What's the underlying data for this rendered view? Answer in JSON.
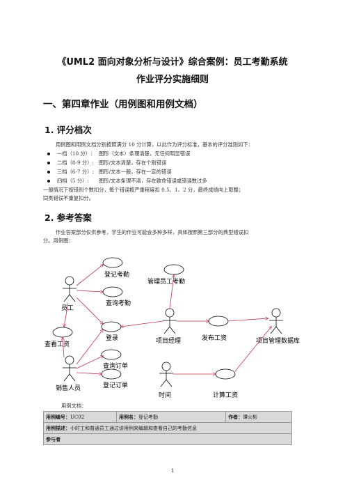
{
  "doc": {
    "title_line1": "《UML2 面向对象分析与设计》综合案例：员工考勤系统",
    "title_line2": "作业评分实施细则",
    "section1": "一、第四章作业（用例图和用例文档）",
    "sub1": "1.  评分档次",
    "para1": "用例图和用例文档分别按照满分 10 分计算，以此作为评分标准，基本的评分准则如下：",
    "grades": [
      {
        "grade": "一档（10 分）:",
        "desc": "图形（文本）条理清楚，无任何明显错误"
      },
      {
        "grade": "二档（8-9 分）:",
        "desc": "图形/文本清楚，存在个别错误"
      },
      {
        "grade": "三档（6-7 分）:",
        "desc": "图形/文本一般，存在一定的错误"
      },
      {
        "grade": "四档（5 分）:",
        "desc": "图形/文本条理不清，存在致命错误或错误数过多"
      }
    ],
    "para2a": "一般情况下按错别个数扣分，每个错误按严重程度扣 0.5、1、2 分，最终成绩向上取整；",
    "para2b": "同类错误不重复扣分。",
    "sub2": "2.  参考答案",
    "para3a": "作业答案部分仅供参考，学生的作业可能会多种多样，具体按照第三部分的典型错误扣",
    "para3b": "分。用例图：",
    "usecase_doc_label": "用例文档：",
    "page_number": "1"
  },
  "diagram": {
    "actors": [
      "员工",
      "销售人员",
      "项目经理",
      "时间"
    ],
    "usecases": [
      "登记考勤",
      "查询考勤",
      "管理员工考勤",
      "查看工资",
      "登录",
      "发布工资",
      "查询订单",
      "登记订单",
      "计算工资"
    ],
    "external": "项目管理数据库"
  },
  "table": {
    "id_label": "用例编号：",
    "id_value": "UC02",
    "name_label": "用例名：",
    "name_value": "登记考勤",
    "author_label": "作者：",
    "author_value": "谭火彬",
    "desc_label": "用例描述：",
    "desc_value": "小时工和普通员工通过该用例来编辑和查看自己的考勤信息",
    "participants_label": "参与者"
  },
  "colors": {
    "line": "#c0304a",
    "shape": "#000000"
  }
}
